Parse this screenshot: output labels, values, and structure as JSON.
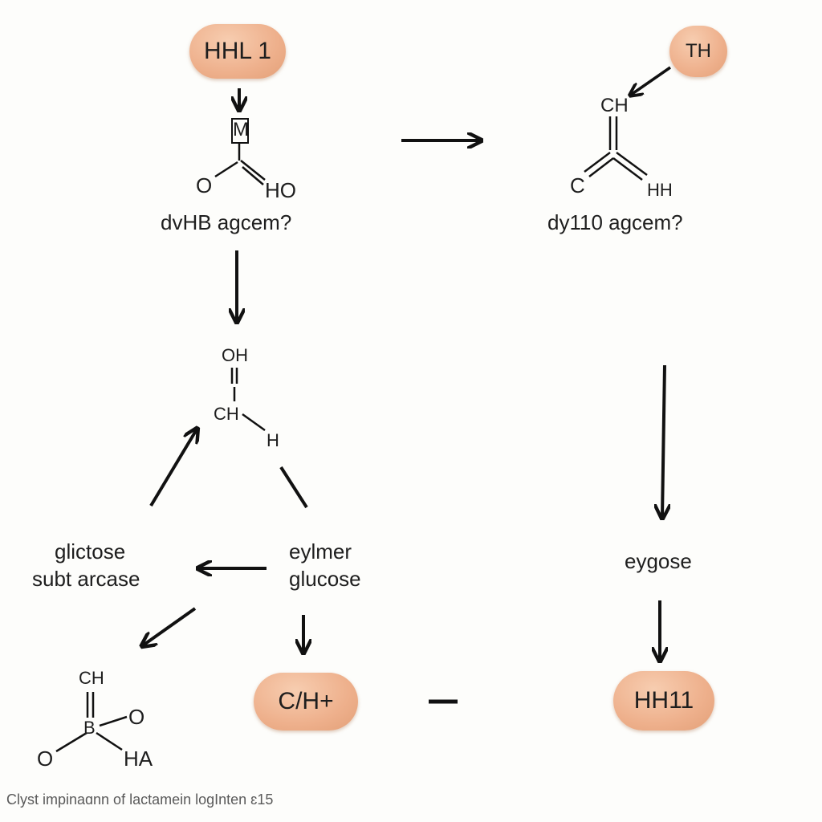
{
  "nodes": {
    "top_left_pill": "HHL 1",
    "top_right_pill": "TH",
    "bottom_center_pill": "C/H+",
    "bottom_right_pill": "HH11"
  },
  "molecule_a": {
    "top": "M",
    "left": "O",
    "right": "HO",
    "name": "dvHB agcem?"
  },
  "molecule_b": {
    "top": "CH",
    "left": "C",
    "right": "HH",
    "name": "dy110 agcem?"
  },
  "molecule_c": {
    "top": "OH",
    "center": "CH",
    "right": "H"
  },
  "molecule_d": {
    "top": "CH",
    "center": "B",
    "right": "O",
    "left": "O",
    "bottom": "HA"
  },
  "labels": {
    "left_line1": "glictose",
    "left_line2": "subt arcase",
    "center_line1": "eylmer",
    "center_line2": "glucose",
    "right": "eygose"
  },
  "caption": "Clyst impinaɑnn of lactamein logInten ɛ15"
}
